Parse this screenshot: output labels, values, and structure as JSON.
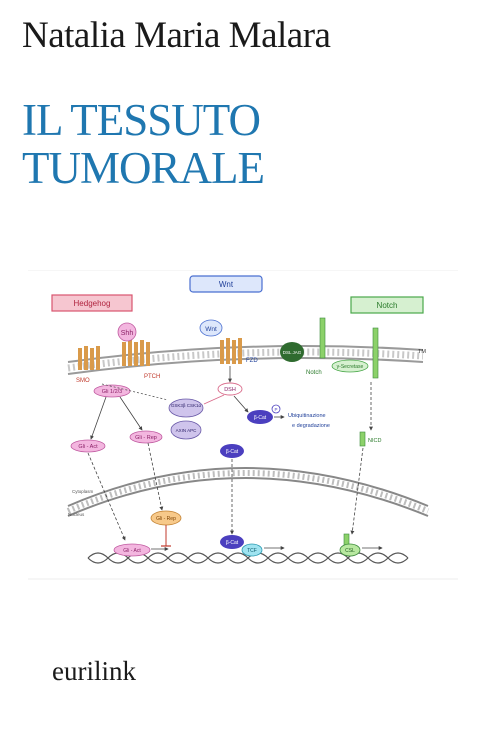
{
  "author": "Natalia Maria Malara",
  "title": {
    "line1": "IL TESSUTO",
    "line2": "TUMORALE"
  },
  "publisher": "eurilink",
  "figure": {
    "pathways": {
      "hedgehog": "Hedgehog",
      "wnt": "Wnt",
      "notch": "Notch"
    },
    "labels": {
      "shh": "Shh",
      "wnt_ligand": "Wnt",
      "ptch": "PTCH",
      "smo": "SMO",
      "fzd": "FZD",
      "tm": "TM",
      "gli": "Gli 1/2/3",
      "gli_act": "Gli - Act",
      "gli_rep": "Gli - Rep",
      "gli_rep2": "Gli - Rep",
      "gli_act2": "Gli - Act",
      "dsh": "DSH",
      "gsk": "GSK3β CSK1α",
      "axin": "AXIN APC",
      "bcat": "β-Cat",
      "bcat2": "β-Cat",
      "bcat3": "β-Cat",
      "p": "P",
      "ubiq1": "Ubiquitinazione",
      "ubiq2": "e degradazione",
      "tcf": "TCF",
      "notch_receptor": "Notch",
      "dsl": "DSL JAG",
      "gsecretase": "γ-Secretase",
      "nicd": "NICD",
      "csl": "CSL",
      "cytoplasm": "Cytoplasm",
      "nucleus": "Nucleus"
    },
    "colors": {
      "hedgehog_box": "#f6c6d0",
      "hedgehog_border": "#d9556f",
      "wnt_box": "#dde7fb",
      "wnt_border": "#4a6fd0",
      "notch_box": "#d6f0d0",
      "notch_border": "#4aa84a",
      "membrane": "#9a9a9a",
      "receptor": "#d99a4a",
      "gli": "#f3b6df",
      "bcat": "#4b3fbf"
    }
  }
}
